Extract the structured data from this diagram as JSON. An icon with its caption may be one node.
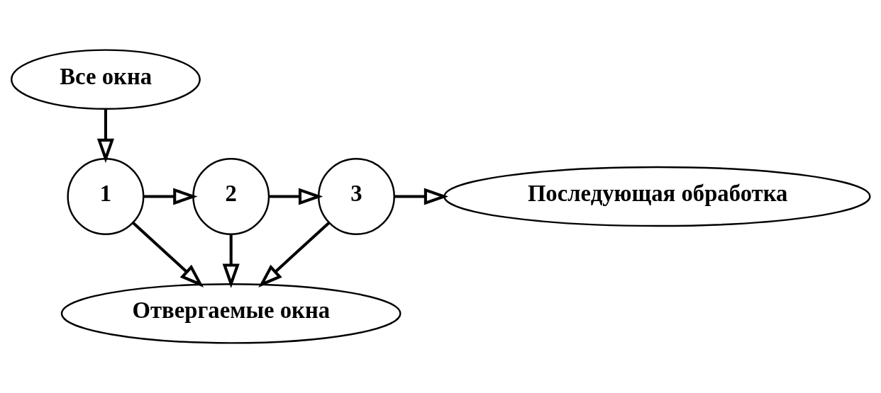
{
  "diagram": {
    "nodes": [
      {
        "text": [
          "Все окна"
        ]
      },
      {
        "text": [
          "1"
        ]
      },
      {
        "text": [
          "2"
        ]
      },
      {
        "text": [
          "3"
        ]
      },
      {
        "text": [
          "Последующая обработка"
        ]
      },
      {
        "text": [
          "Отвергаемые окна"
        ]
      }
    ],
    "edges": [
      {
        "from": 0,
        "to": 1,
        "arrow": "to"
      },
      {
        "from": 1,
        "to": 2,
        "arrow": "to"
      },
      {
        "from": 2,
        "to": 3,
        "arrow": "to"
      },
      {
        "from": 3,
        "to": 4,
        "arrow": "to"
      },
      {
        "from": 1,
        "to": 5,
        "arrow": "to"
      },
      {
        "from": 2,
        "to": 5,
        "arrow": "to"
      },
      {
        "from": 3,
        "to": 5,
        "arrow": "to"
      }
    ]
  }
}
